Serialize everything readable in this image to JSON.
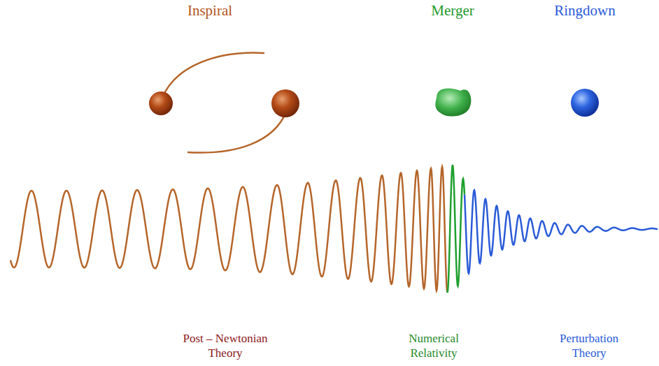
{
  "diagram": {
    "labels": [
      "Inspiral",
      "Merger",
      "Ringdown",
      "Post – Newtonian Theory",
      "Numerical Relativity",
      "Perturbation Theory"
    ]
  }
}
